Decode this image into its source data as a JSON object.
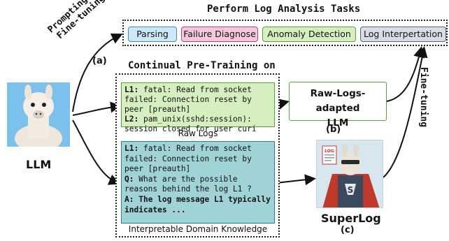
{
  "header": {
    "title": "Perform Log Analysis Tasks"
  },
  "tasks": [
    {
      "label": "Parsing"
    },
    {
      "label": "Failure Diagnose"
    },
    {
      "label": "Anomaly Detection"
    },
    {
      "label": "Log Interpertation"
    }
  ],
  "left": {
    "model_label": "LLM",
    "arrow_label": "Prompting or Fine-tuning",
    "marker": "(a)"
  },
  "pretraining": {
    "title": "Continual Pre-Training on",
    "raw_logs": {
      "l1_tag": "L1:",
      "l1_text": " fatal: Read from socket failed: Connection reset by peer [preauth]",
      "l2_tag": "L2:",
      "l2_text": " pam_unix(sshd:session): session closed for user curi",
      "caption": "Raw Logs"
    },
    "knowledge": {
      "l1_tag": "L1:",
      "l1_text": " fatal: Read from socket failed: Connection reset by peer [preauth]",
      "q_tag": "Q:",
      "q_text": " What are the possible reasons behind the log L1 ?",
      "a_tag": "A:",
      "a_text": " The log message L1 typically indicates ...",
      "caption": "Interpretable Domain Knowledge"
    }
  },
  "adapted": {
    "label_line1": "Raw-Logs-adapted",
    "label_line2": "LLM",
    "marker": "(b)"
  },
  "superlog": {
    "label": "SuperLog",
    "marker": "(c)"
  },
  "right": {
    "arrow_label": "Fine-tuning"
  },
  "colors": {
    "parsing": "#cfe8f7",
    "failure": "#f8c8dc",
    "anomaly": "#d6efc0",
    "interp": "#d8dde6",
    "raw_logs_box": "#d6efc0",
    "knowledge_box": "#9fd3d6"
  }
}
